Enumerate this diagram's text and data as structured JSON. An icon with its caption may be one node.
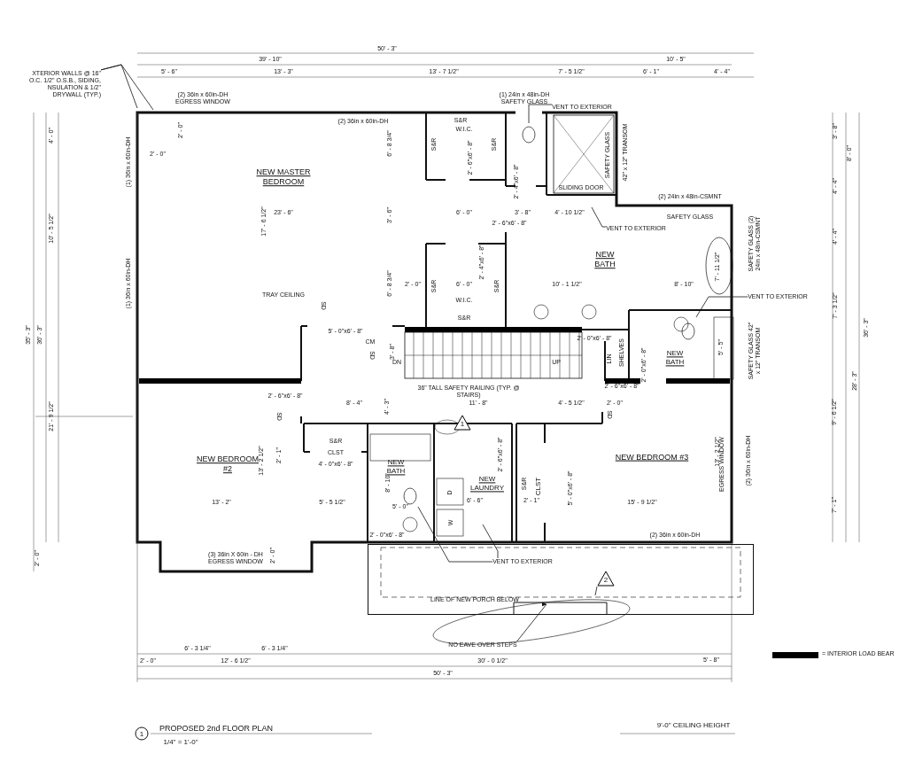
{
  "diagram": {
    "title": "PROPOSED 2nd FLOOR PLAN",
    "nodes": [
      {
        "text": [
          "XTERIOR WALLS @ 16\" O.C. 1/2\" O.S.B., SIDING, NSULATION & 1/2\" DRYWALL (TYP.)"
        ]
      },
      {
        "text": [
          "VENT TO EXTERIOR"
        ]
      },
      {
        "text": [
          "NEW MASTER BEDROOM"
        ]
      },
      {
        "text": [
          "W.I.C."
        ]
      },
      {
        "text": [
          "VENT TO EXTERIOR"
        ]
      },
      {
        "text": [
          "NEW BATH"
        ]
      },
      {
        "text": [
          "W.I.C."
        ]
      },
      {
        "text": [
          "VENT TO EXTERIOR"
        ]
      },
      {
        "text": [
          "NEW BATH"
        ]
      },
      {
        "text": [
          "1"
        ]
      },
      {
        "text": [
          "NEW BEDROOM #2"
        ]
      },
      {
        "text": [
          "CLST"
        ]
      },
      {
        "text": [
          "NEW BATH"
        ]
      },
      {
        "text": [
          "NEW LAUNDRY"
        ]
      },
      {
        "text": [
          "CLST"
        ]
      },
      {
        "text": [
          "NEW BEDROOM #3"
        ]
      },
      {
        "text": [
          "VENT TO EXTERIOR"
        ],
        "in": 20
      },
      {
        "text": [
          "2"
        ],
        "in": 20
      },
      {
        "text": [
          "NO EAVE OVER STEPS"
        ]
      },
      {
        "text": [
          "1"
        ]
      },
      {
        "text": [
          "LINE OF NEW PORCH BELOW"
        ]
      },
      {
        "text": [],
        "shape": "cloud"
      }
    ],
    "edges": [
      {
        "from": 0,
        "to": null,
        "arrow": "none"
      },
      {
        "from": 0,
        "to": null,
        "arrow": "none"
      },
      {
        "from": 1,
        "to": null,
        "arrow": "none"
      },
      {
        "from": 4,
        "to": null,
        "arrow": "none"
      },
      {
        "from": 7,
        "to": null,
        "arrow": "none"
      },
      {
        "from": 16,
        "to": null,
        "arrow": "none"
      },
      {
        "from": 16,
        "to": null,
        "arrow": "none"
      },
      {
        "from": 18,
        "to": 20,
        "arrow": "to"
      },
      {
        "from": 17,
        "to": 21,
        "arrow": "none"
      }
    ],
    "labels": [
      "50' - 3\"",
      "39' - 10\"",
      "10' - 5\"",
      "5' - 6\"",
      "13' - 3\"",
      "13' - 7 1/2\"",
      "7' - 5 1/2\"",
      "6' - 1\"",
      "4' - 4\"",
      "(2) 36in x 60in-DH EGRESS WINDOW",
      "(1) 24in x 48in-DH SAFETY GLASS",
      "(2) 36in x 60in-DH",
      "4' - 0\"",
      "2' - 0\"",
      "(1) 36in x 60in-DH",
      "2' - 0\"",
      "6' - 8 3/4\"",
      "S&R",
      "S&R",
      "S&R",
      "SAFETY GLASS",
      "42\" x 12\" TRANSOM",
      "2' - 6\"x6' - 8\"",
      "2' - 4\"x6' - 8\"",
      "SLIDING DOOR",
      "3' - 8\"",
      "8' - 0\"",
      "4' - 4\"",
      "(2) 24in x 48in-CSMNT",
      "6' - 0\"",
      "3' - 8\"",
      "4' - 10 1/2\"",
      "SAFETY GLASS",
      "10' - 5 1/2\"",
      "23' - 6\"",
      "17' - 6 1/2\"",
      "3' - 6\"",
      "2' - 6\"x6' - 8\"",
      "4' - 4\"",
      "7' - 11 1/2\"",
      "SAFETY GLASS (2) 24in x 48in-CSMNT",
      "2' - 4\"x6' - 8\"",
      "2' - 0\"",
      "S&R",
      "6' - 0\"",
      "S&R",
      "10' - 1 1/2\"",
      "8' - 10\"",
      "6' - 8 3/4\"",
      "TRAY CEILING",
      "(1) 36in x 60in-DH",
      "7' - 3 1/2\"",
      "S&R",
      "SD",
      "5' - 0\"x6' - 8\"",
      "35' - 3\"",
      "36' - 3\"",
      "CM",
      "SD",
      "3' - 8\"",
      "DN",
      "UP",
      "2' - 0\"x6' - 8\"",
      "LIN",
      "SHELVES",
      "5' - 5\"",
      "SAFETY GLASS 42\" x 12\" TRANSOM",
      "36' - 3\"",
      "2' - 0\"x6' - 8\"",
      "2' - 6\"x6' - 8\"",
      "36\" TALL SAFETY RAILING (TYP. @ STAIRS)",
      "28' - 3\"",
      "21' - 9 1/2\"",
      "2' - 6\"x6' - 8\"",
      "8' - 4\"",
      "4' - 3\"",
      "11' - 8\"",
      "4' - 5 1/2\"",
      "2' - 0\"",
      "SD",
      "SD",
      "9' - 6 1/2\"",
      "S&R",
      "2' - 1\"",
      "13' - 2 1/2\"",
      "4' - 0\"x6' - 8\"",
      "2' - 6\"x6' - 8\"",
      "S&R",
      "5' - 0\"x6' - 8\"",
      "13' - 2 1/2\"",
      "EGRESS WINDOW",
      "(2) 36in x 60in-DH",
      "8' - 10\"",
      "D",
      "5' - 0\"",
      "13' - 2\"",
      "5' - 5 1/2\"",
      "6' - 6\"",
      "2' - 1\"",
      "15' - 9 1/2\"",
      "7' - 1\"",
      "W",
      "2' - 0\"x6' - 8\"",
      "(2) 36in x 60in-DH",
      "2' - 0\"",
      "(3) 36in X 60in - DH EGRESS WINDOW",
      "2' - 0\"",
      "6' - 3 1/4\"",
      "6' - 3 1/4\"",
      "2' - 0\"",
      "12' - 6 1/2\"",
      "30' - 0 1/2\"",
      "5' - 8\"",
      "50' - 3\"",
      "1/4\" = 1'-0\"",
      "9'-0\" CEILING HEIGHT"
    ],
    "legend": [
      {
        "text": "= INTERIOR LOAD BEAR",
        "color": "#000000"
      }
    ]
  }
}
